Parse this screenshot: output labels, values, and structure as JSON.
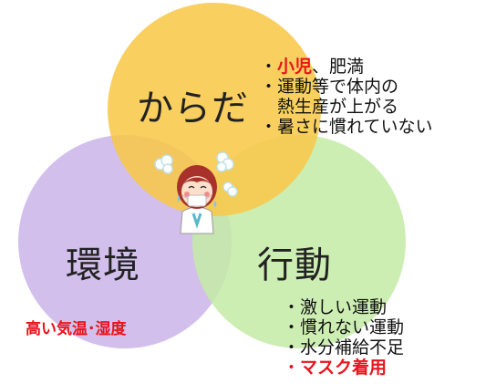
{
  "diagram": {
    "circles": {
      "body": {
        "label": "からだ",
        "color": "#f7c948"
      },
      "environment": {
        "label": "環境",
        "color": "#cdb8ea"
      },
      "behavior": {
        "label": "行動",
        "color": "#bfe9a3"
      }
    },
    "body_factors": [
      {
        "bullet": "・",
        "highlight": "小児",
        "rest": "、肥満"
      },
      {
        "bullet": "・",
        "highlight": "",
        "rest": "運動等で体内の"
      },
      {
        "bullet": "",
        "highlight": "",
        "rest": "熱生産が上がる"
      },
      {
        "bullet": "・",
        "highlight": "",
        "rest": "暑さに慣れていない"
      }
    ],
    "environment_note": "高い気温･湿度",
    "behavior_factors": [
      {
        "bullet": "・",
        "highlight": "",
        "rest": "激しい運動"
      },
      {
        "bullet": "・",
        "highlight": "",
        "rest": "慣れない運動"
      },
      {
        "bullet": "・",
        "highlight": "",
        "rest": "水分補給不足"
      },
      {
        "bullet": "・",
        "highlight": "マスク着用",
        "rest": ""
      }
    ],
    "highlight_color": "#e8141b"
  }
}
